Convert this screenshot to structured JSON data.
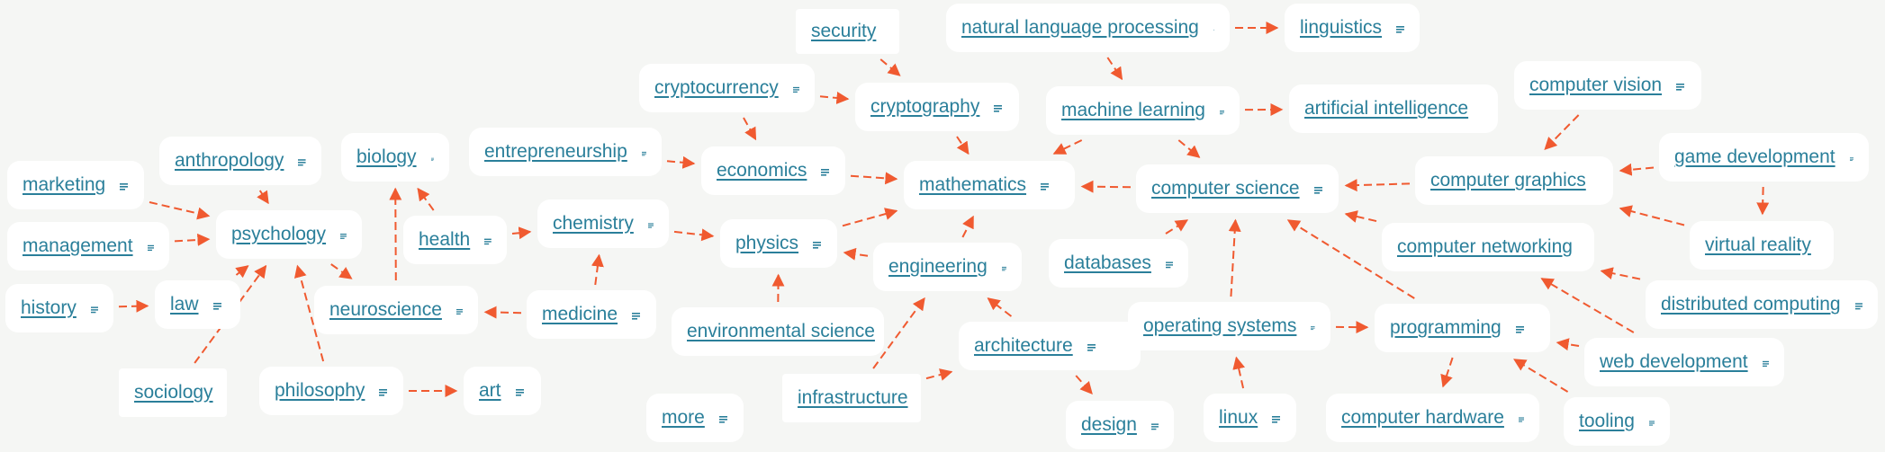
{
  "colors": {
    "background": "#f5f6f4",
    "node": "#ffffff",
    "link": "#2a7f9a",
    "edge": "#f05a30"
  },
  "node_icon": "note-icon",
  "nodes": [
    {
      "id": "security",
      "label": "security"
    },
    {
      "id": "nlp",
      "label": "natural language processing"
    },
    {
      "id": "linguistics",
      "label": "linguistics"
    },
    {
      "id": "cryptocurrency",
      "label": "cryptocurrency"
    },
    {
      "id": "cryptography",
      "label": "cryptography"
    },
    {
      "id": "machine_learning",
      "label": "machine learning"
    },
    {
      "id": "ai",
      "label": "artificial intelligence"
    },
    {
      "id": "computer_vision",
      "label": "computer vision"
    },
    {
      "id": "marketing",
      "label": "marketing"
    },
    {
      "id": "anthropology",
      "label": "anthropology"
    },
    {
      "id": "biology",
      "label": "biology"
    },
    {
      "id": "entrepreneurship",
      "label": "entrepreneurship"
    },
    {
      "id": "economics",
      "label": "economics"
    },
    {
      "id": "mathematics",
      "label": "mathematics"
    },
    {
      "id": "computer_science",
      "label": "computer science"
    },
    {
      "id": "computer_graphics",
      "label": "computer graphics"
    },
    {
      "id": "game_development",
      "label": "game development"
    },
    {
      "id": "management",
      "label": "management"
    },
    {
      "id": "psychology",
      "label": "psychology"
    },
    {
      "id": "health",
      "label": "health"
    },
    {
      "id": "chemistry",
      "label": "chemistry"
    },
    {
      "id": "physics",
      "label": "physics"
    },
    {
      "id": "databases",
      "label": "databases"
    },
    {
      "id": "computer_networking",
      "label": "computer networking"
    },
    {
      "id": "virtual_reality",
      "label": "virtual reality"
    },
    {
      "id": "history",
      "label": "history"
    },
    {
      "id": "law",
      "label": "law"
    },
    {
      "id": "neuroscience",
      "label": "neuroscience"
    },
    {
      "id": "medicine",
      "label": "medicine"
    },
    {
      "id": "engineering",
      "label": "engineering"
    },
    {
      "id": "distributed_computing",
      "label": "distributed computing"
    },
    {
      "id": "environmental_science",
      "label": "environmental science"
    },
    {
      "id": "operating_systems",
      "label": "operating systems"
    },
    {
      "id": "programming",
      "label": "programming"
    },
    {
      "id": "architecture",
      "label": "architecture"
    },
    {
      "id": "web_development",
      "label": "web development"
    },
    {
      "id": "sociology",
      "label": "sociology"
    },
    {
      "id": "philosophy",
      "label": "philosophy"
    },
    {
      "id": "art",
      "label": "art"
    },
    {
      "id": "infrastructure",
      "label": "infrastructure"
    },
    {
      "id": "more",
      "label": "more"
    },
    {
      "id": "design",
      "label": "design"
    },
    {
      "id": "linux",
      "label": "linux"
    },
    {
      "id": "computer_hardware",
      "label": "computer hardware"
    },
    {
      "id": "tooling",
      "label": "tooling"
    }
  ],
  "edges": [
    [
      "security",
      "cryptography"
    ],
    [
      "nlp",
      "linguistics"
    ],
    [
      "nlp",
      "machine_learning"
    ],
    [
      "cryptocurrency",
      "cryptography"
    ],
    [
      "cryptocurrency",
      "economics"
    ],
    [
      "cryptography",
      "mathematics"
    ],
    [
      "machine_learning",
      "ai"
    ],
    [
      "machine_learning",
      "mathematics"
    ],
    [
      "machine_learning",
      "computer_science"
    ],
    [
      "computer_vision",
      "computer_graphics"
    ],
    [
      "entrepreneurship",
      "economics"
    ],
    [
      "economics",
      "mathematics"
    ],
    [
      "computer_science",
      "mathematics"
    ],
    [
      "computer_graphics",
      "computer_science"
    ],
    [
      "game_development",
      "computer_graphics"
    ],
    [
      "game_development",
      "virtual_reality"
    ],
    [
      "virtual_reality",
      "computer_graphics"
    ],
    [
      "marketing",
      "psychology"
    ],
    [
      "management",
      "psychology"
    ],
    [
      "anthropology",
      "psychology"
    ],
    [
      "psychology",
      "neuroscience"
    ],
    [
      "history",
      "law"
    ],
    [
      "law",
      "psychology"
    ],
    [
      "sociology",
      "psychology"
    ],
    [
      "philosophy",
      "psychology"
    ],
    [
      "philosophy",
      "art"
    ],
    [
      "neuroscience",
      "biology"
    ],
    [
      "health",
      "biology"
    ],
    [
      "health",
      "chemistry"
    ],
    [
      "medicine",
      "chemistry"
    ],
    [
      "medicine",
      "neuroscience"
    ],
    [
      "chemistry",
      "physics"
    ],
    [
      "physics",
      "mathematics"
    ],
    [
      "engineering",
      "mathematics"
    ],
    [
      "engineering",
      "physics"
    ],
    [
      "environmental_science",
      "physics"
    ],
    [
      "architecture",
      "engineering"
    ],
    [
      "architecture",
      "design"
    ],
    [
      "infrastructure",
      "engineering"
    ],
    [
      "infrastructure",
      "architecture"
    ],
    [
      "databases",
      "computer_science"
    ],
    [
      "computer_networking",
      "computer_science"
    ],
    [
      "distributed_computing",
      "computer_networking"
    ],
    [
      "operating_systems",
      "computer_science"
    ],
    [
      "operating_systems",
      "programming"
    ],
    [
      "linux",
      "operating_systems"
    ],
    [
      "programming",
      "computer_science"
    ],
    [
      "programming",
      "computer_hardware"
    ],
    [
      "web_development",
      "programming"
    ],
    [
      "web_development",
      "computer_networking"
    ],
    [
      "tooling",
      "programming"
    ]
  ]
}
